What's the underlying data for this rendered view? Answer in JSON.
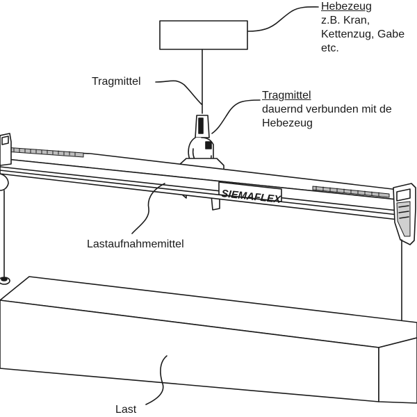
{
  "labels": {
    "hebezeug": {
      "title": "Hebezeug",
      "line1": "z.B. Kran,",
      "line2": "Kettenzug, Gabe",
      "line3": "etc."
    },
    "tragmittel_left": "Tragmittel",
    "tragmittel_right": {
      "title": "Tragmittel",
      "line1": "dauernd verbunden mit de",
      "line2": "Hebezeug"
    },
    "lastaufnahmemittel": "Lastaufnahmemittel",
    "last": "Last"
  },
  "brand": "SIEMAFLEX"
}
